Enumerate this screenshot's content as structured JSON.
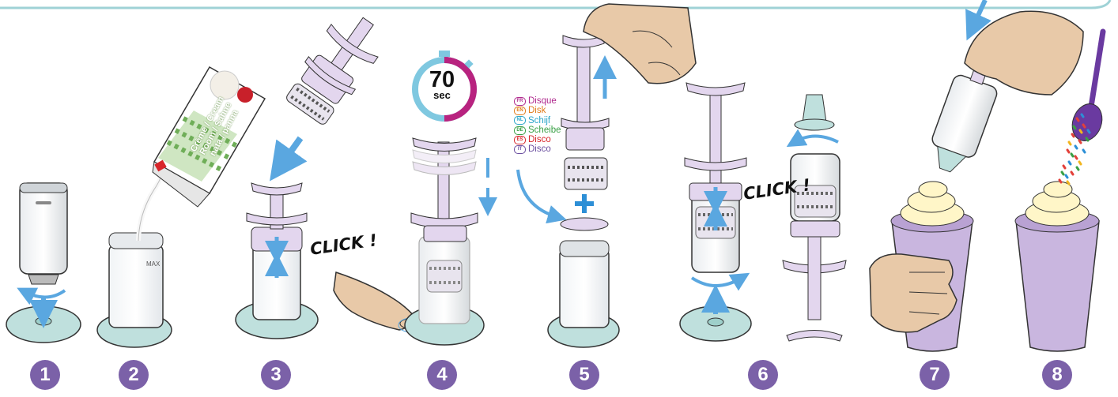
{
  "steps": [
    "1",
    "2",
    "3",
    "4",
    "5",
    "6",
    "7",
    "8"
  ],
  "click_label": "CLICK !",
  "timer": {
    "value": "70",
    "unit": "sec"
  },
  "cup_max_label": "MAX",
  "cream_carton": {
    "line1": "Crème / Cream",
    "line2": "Room / Sahne",
    "line3": "nata / panna"
  },
  "disc_legend": [
    {
      "code": "FR",
      "label": "Disque",
      "color": "#b02a8e"
    },
    {
      "code": "EN",
      "label": "Disk",
      "color": "#e07b1a"
    },
    {
      "code": "NL",
      "label": "Schijf",
      "color": "#2aa5c8"
    },
    {
      "code": "DE",
      "label": "Scheibe",
      "color": "#3aa046"
    },
    {
      "code": "ES",
      "label": "Disco",
      "color": "#d8262b"
    },
    {
      "code": "IT",
      "label": "Disco",
      "color": "#6b4fa0"
    }
  ],
  "colors": {
    "step_circle": "#7b61a8",
    "base_teal": "#bfe0dd",
    "plunger_lilac": "#e3d6ee",
    "arrow_blue": "#5aa7e0",
    "timer_magenta": "#b8237f",
    "timer_blue": "#7fc8e0",
    "cup_purple": "#c9b6df"
  },
  "icons": [
    "curved-arrow-icon",
    "down-arrow-icon",
    "up-arrow-icon",
    "plus-icon",
    "hand-icon",
    "spoon-icon",
    "sprinkles-icon",
    "whipped-cream-icon"
  ]
}
